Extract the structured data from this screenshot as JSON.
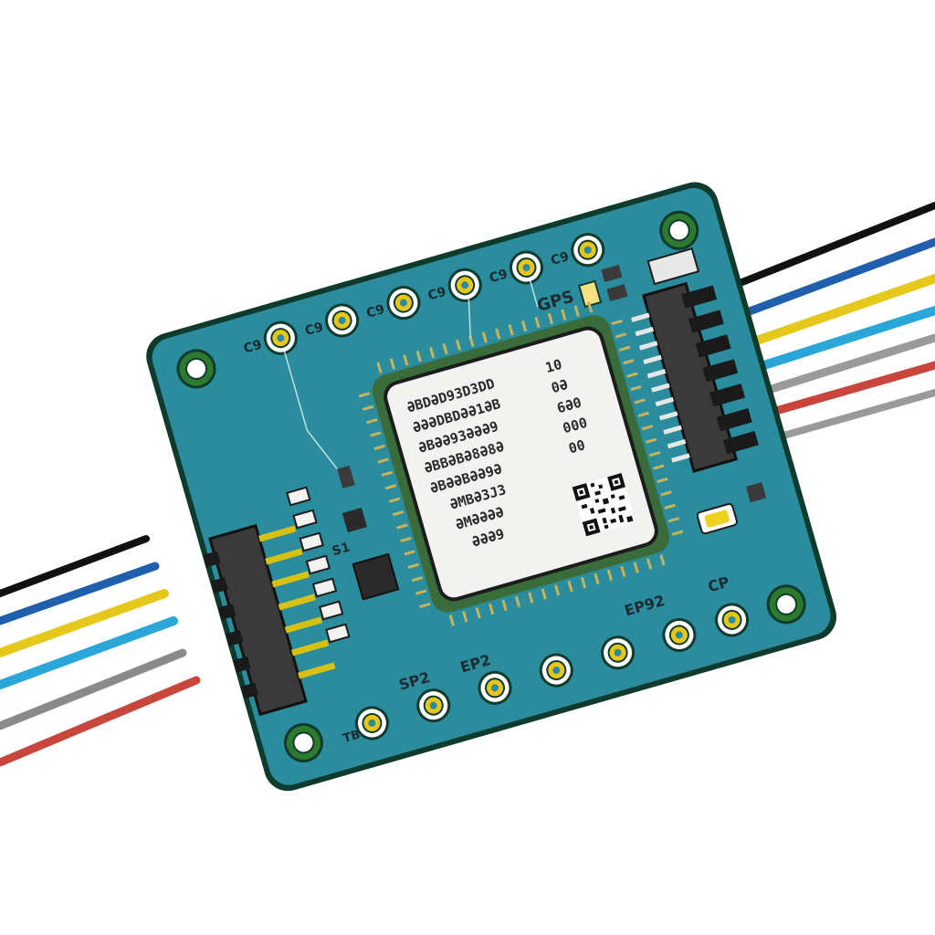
{
  "image": {
    "subject": "gps-module-breakout-board",
    "background_color": "#ffffff"
  },
  "board": {
    "pcb_color": "#2a8c9c",
    "outline_color": "#0f3a2e",
    "labels": {
      "gps": "GPS",
      "sp2": "SP2",
      "ep2_bottom": "EP2",
      "ep92": "EP92",
      "cp": "CP",
      "pad_top_1": "C9",
      "pad_top_2": "C9",
      "pad_top_3": "C9",
      "pad_top_4": "C9",
      "pad_top_5": "C9",
      "pad_top_6": "C9",
      "pad_bottom_left": "TB",
      "side_label": "S1"
    }
  },
  "chip": {
    "lines_left": [
      "ƏBDƏD93D3DD",
      "ƏƏƏDBDƏƏ1ƏB",
      "ƏBƏƏ93ƏƏƏ9",
      "ƏBBƏBƏ8Ə8Ə",
      "ƏBƏƏBƏƏ9Ə",
      "ƏMBƏ3J3",
      "ƏMƏƏƏƏ",
      "ƏƏƏ9"
    ],
    "lines_right": [
      "10",
      "0Ə",
      "6Ə0",
      "000",
      "00"
    ]
  },
  "wires": {
    "colors": [
      "#111111",
      "#2060b0",
      "#e0c81a",
      "#2aa6d8",
      "#8a8a8a",
      "#c8463c",
      "#9a9a9a"
    ]
  }
}
